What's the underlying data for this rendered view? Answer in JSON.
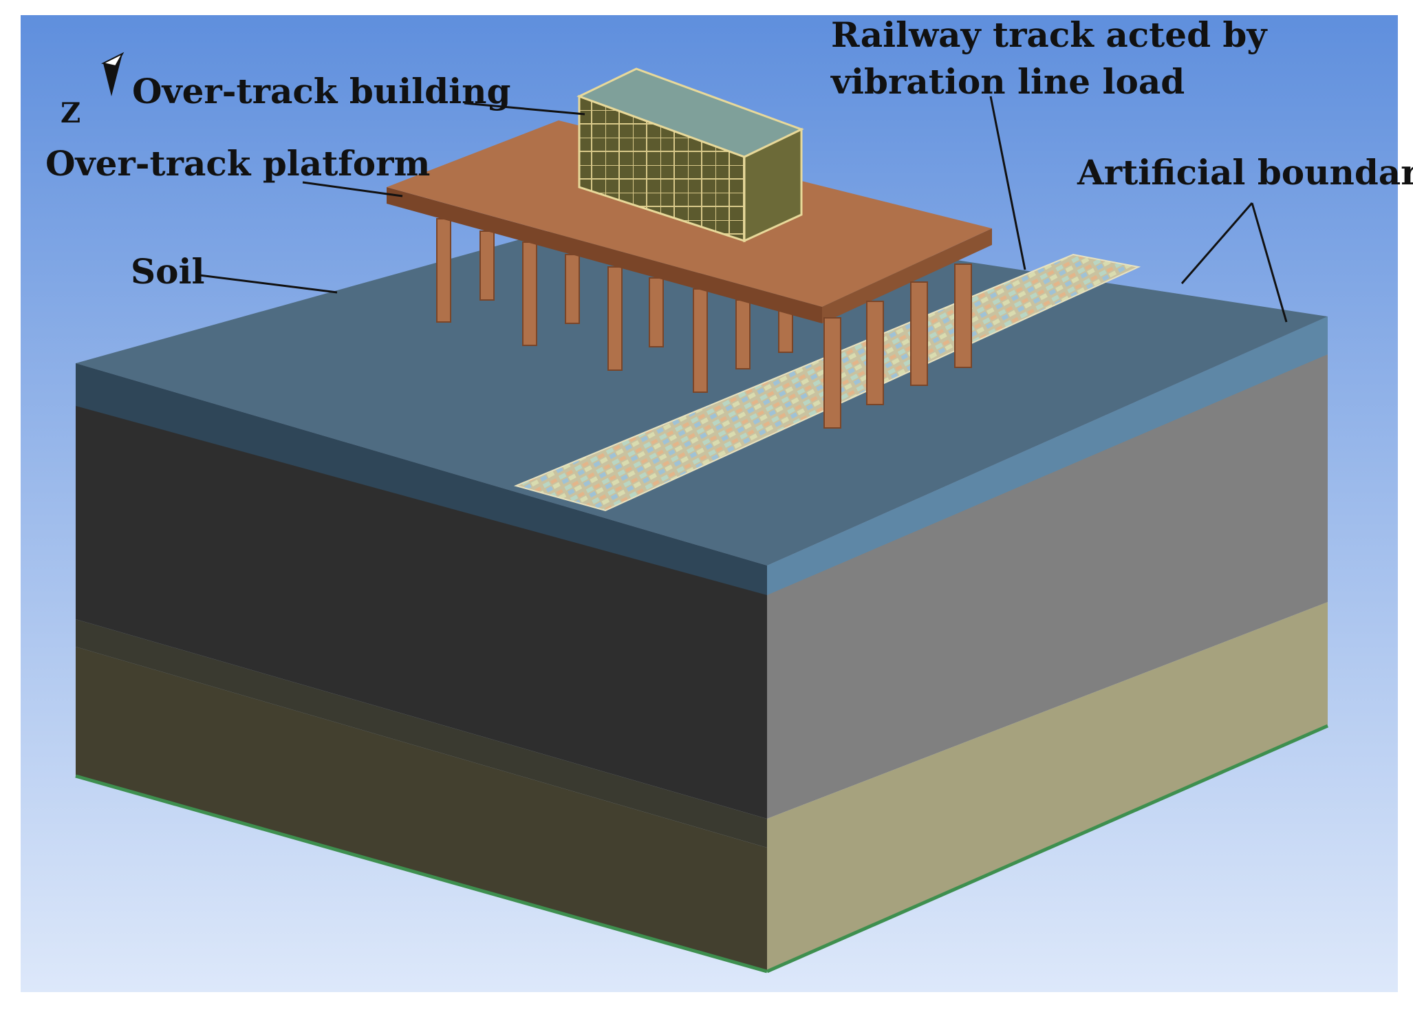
{
  "labels": {
    "over_track_building": "Over-track building",
    "over_track_platform": "Over-track platform",
    "soil": "Soil",
    "railway_track_line1": "Railway track acted by",
    "railway_track_line2": "vibration line load",
    "artificial_boundary": "Artificial boundary"
  },
  "axis_triad": {
    "label": "Z"
  },
  "colors": {
    "background_top": "#5f8fdd",
    "background_bottom": "#dde8fa",
    "soil_top": "#4f6c82",
    "soil_top_edge": "#5e87a6",
    "soil_front_dark": "#2e2e2e",
    "soil_front_bottom": "#43402f",
    "soil_side_grey": "#808080",
    "soil_side_bottom": "#a6a27e",
    "base_edge": "#3e8f4f",
    "platform": "#b0714a",
    "platform_edge": "#7a4528",
    "building_fill": "#5c5a2e",
    "building_grid": "#d9c98a",
    "track_fill": "#c9c2a0"
  }
}
